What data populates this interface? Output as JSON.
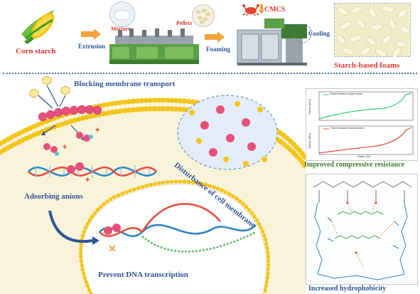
{
  "process": {
    "corn_starch": "Corn starch",
    "extrusion": "Extrusion",
    "mixture": "Mixture",
    "pellets": "Pellets",
    "foaming": "Foaming",
    "cmcs": "CMCS",
    "cooling": "Cooling",
    "starch_foams": "Starch-based foams"
  },
  "mechanism": {
    "blocking": "Blocking membrane transport",
    "disturbance": "Disturbance of cell membrane",
    "adsorbing": "Adsorbing anions",
    "prevent_dna": "Prevent DNA transcription"
  },
  "charts": {
    "top_legend": "Plant-based compression",
    "bottom_legend": "Starch-based compression",
    "top_ylabel": "Stress (kPa)",
    "bottom_ylabel": "Stress (kPa)",
    "xlabel": "Strain (%)",
    "caption": "Improved compressive resistance"
  },
  "hydro": {
    "caption": "Increased hydrophobicity"
  },
  "colors": {
    "red_label": "#d9382b",
    "blue_label": "#2f5597",
    "green_label": "#3a7d2c",
    "cell_fill": "#f8f3d9",
    "membrane_yellow": "#f2c51a",
    "dna_blue": "#2e86c1",
    "dna_red": "#e74c3c"
  }
}
